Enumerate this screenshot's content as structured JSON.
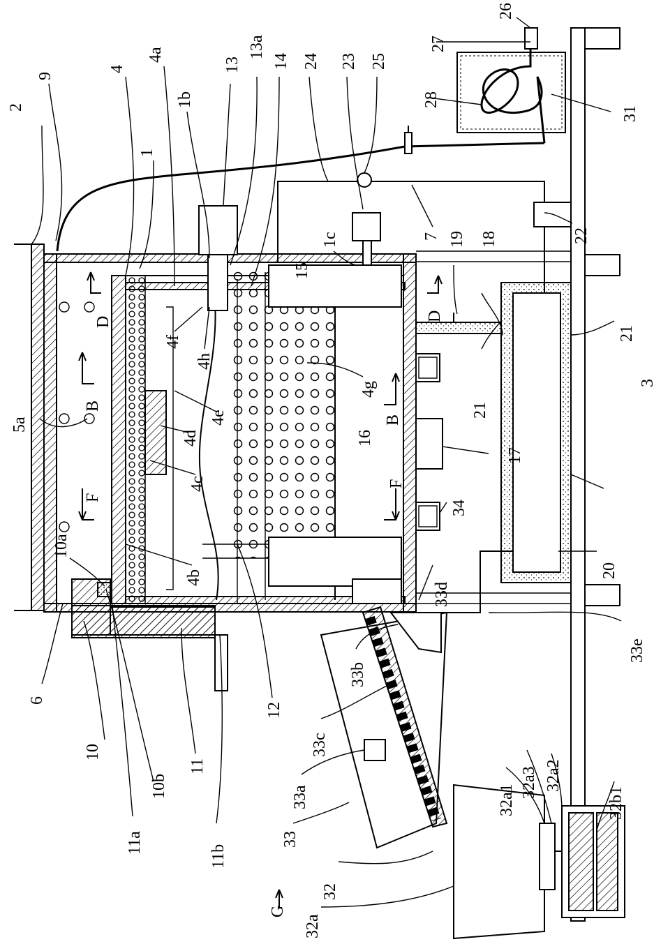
{
  "figure": {
    "labels": [
      "2",
      "9",
      "4",
      "4a",
      "1",
      "1b",
      "13",
      "13a",
      "14",
      "24",
      "23",
      "25",
      "26",
      "27",
      "28",
      "31",
      "5a",
      "6",
      "10a",
      "10",
      "10b",
      "11",
      "11a",
      "11b",
      "12",
      "4f",
      "4h",
      "4e",
      "4d",
      "4c",
      "4b",
      "4g",
      "15",
      "16",
      "1c",
      "7",
      "19",
      "18",
      "22",
      "21",
      "21",
      "17",
      "34",
      "33d",
      "33e",
      "20",
      "3",
      "33b",
      "33c",
      "33a",
      "33",
      "32a1",
      "32a3",
      "32a2",
      "32b1",
      "32",
      "32a",
      "G",
      "D",
      "D",
      "B",
      "B",
      "F",
      "F"
    ]
  }
}
